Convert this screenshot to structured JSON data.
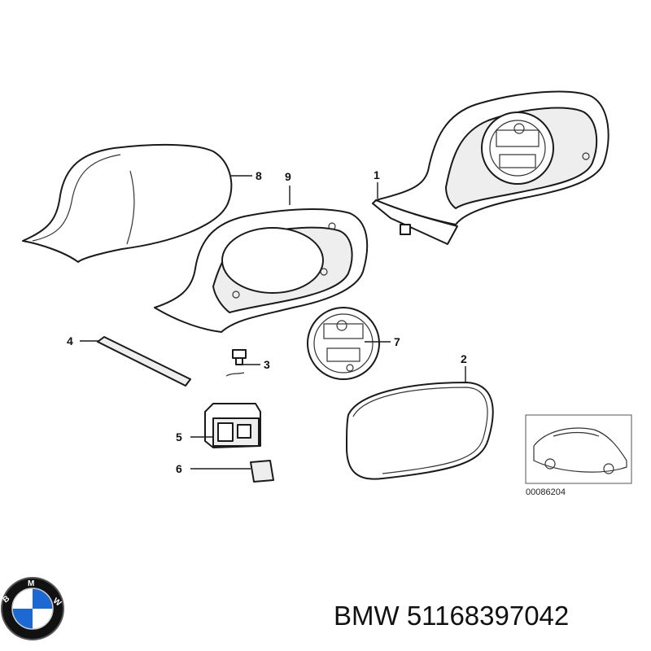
{
  "callouts": {
    "c1": "1",
    "c2": "2",
    "c3": "3",
    "c4": "4",
    "c5": "5",
    "c6": "6",
    "c7": "7",
    "c8": "8",
    "c9": "9"
  },
  "reference_number": "00086204",
  "logo": {
    "text": "BMW",
    "colors": {
      "blue": "#1c69d4",
      "black": "#111111",
      "white": "#ffffff"
    }
  },
  "caption": {
    "brand": "BMW",
    "part_number": "51168397042"
  }
}
